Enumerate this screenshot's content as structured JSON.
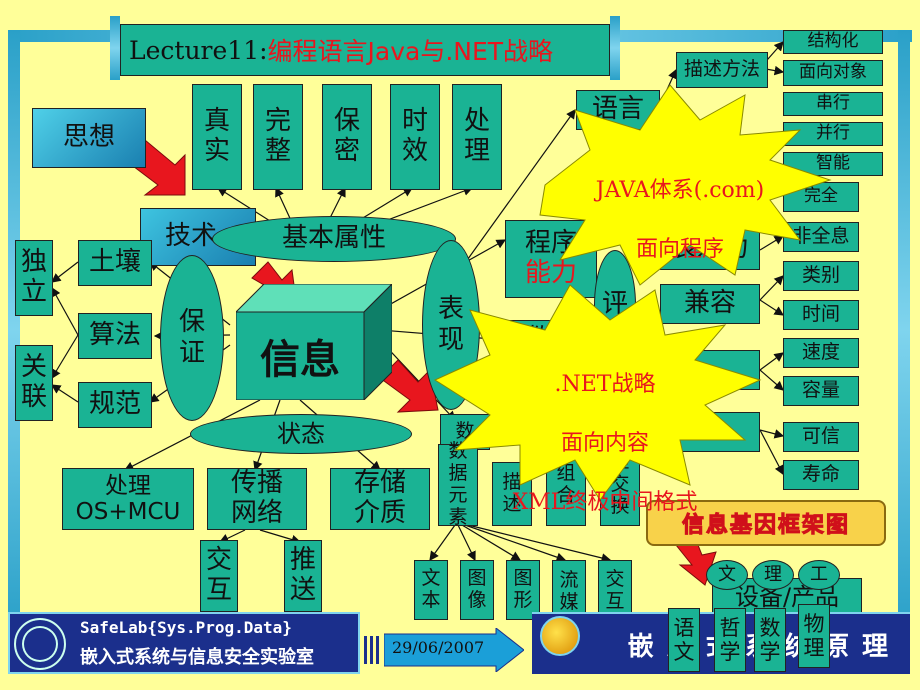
{
  "title": {
    "prefix": "Lecture11: ",
    "main": "编程语言Java与.NET战略"
  },
  "thinking": "思想",
  "tech": "技术",
  "attributes": [
    "真\n实",
    "完\n整",
    "保\n密",
    "时\n效",
    "处\n理"
  ],
  "basic_property": "基本属性",
  "info": "信息",
  "guarantee": "保\n证",
  "express": "表\n现",
  "state": "状态",
  "evaluate": "评",
  "left_col": {
    "soil": "土壤",
    "algorithm": "算法",
    "spec": "规范",
    "independent": "独\n立",
    "related": "关\n联"
  },
  "bottom_row": {
    "process": "处理\nOS+MCU",
    "spread": "传播\n网络",
    "storage": "存储\n介质"
  },
  "bottom_sub": {
    "interact": "交\n互",
    "push": "推\n送"
  },
  "mid_col": {
    "language": "语言",
    "program": "程序",
    "ability": "能力",
    "data": "数据",
    "shu": "数"
  },
  "data_sub": [
    "数\n据\n元\n素",
    "描\n述",
    "组\n合",
    "准\n交\n换"
  ],
  "media": [
    "文\n本",
    "图\n像",
    "图\n形",
    "流\n媒\n体",
    "交\n互\n媒\n体"
  ],
  "right_mid": {
    "describe": "描述方法",
    "express_power": "表达力",
    "compat": "兼容"
  },
  "right_col": [
    "结构化",
    "面向对象",
    "串行",
    "并行",
    "智能",
    "完全",
    "非全息",
    "类别",
    "时间",
    "速度",
    "容量",
    "可信",
    "寿命"
  ],
  "burst1": {
    "line1": "JAVA体系(.com)",
    "line2": "面向程序"
  },
  "burst2": {
    "line1": ".NET战略",
    "line2": "面向内容",
    "line3": "XML终极中间格式"
  },
  "scroll_label": "信息基因框架图",
  "wlg": [
    "文",
    "理",
    "工"
  ],
  "disciplines": [
    "语\n文",
    "哲\n学",
    "数\n学",
    "物\n理"
  ],
  "device": "设备/产品",
  "logo": {
    "line1": "SafeLab{Sys.Prog.Data}",
    "line2": "嵌入式系统与信息安全实验室"
  },
  "date": "29/06/2007",
  "bottom_banner": "嵌 入 式 系 统 原 理",
  "colors": {
    "teal": "#1ab394",
    "bg": "#ffff99",
    "red": "#e8161e",
    "frame": "#2aa0c8",
    "navy": "#1b2f8c"
  }
}
